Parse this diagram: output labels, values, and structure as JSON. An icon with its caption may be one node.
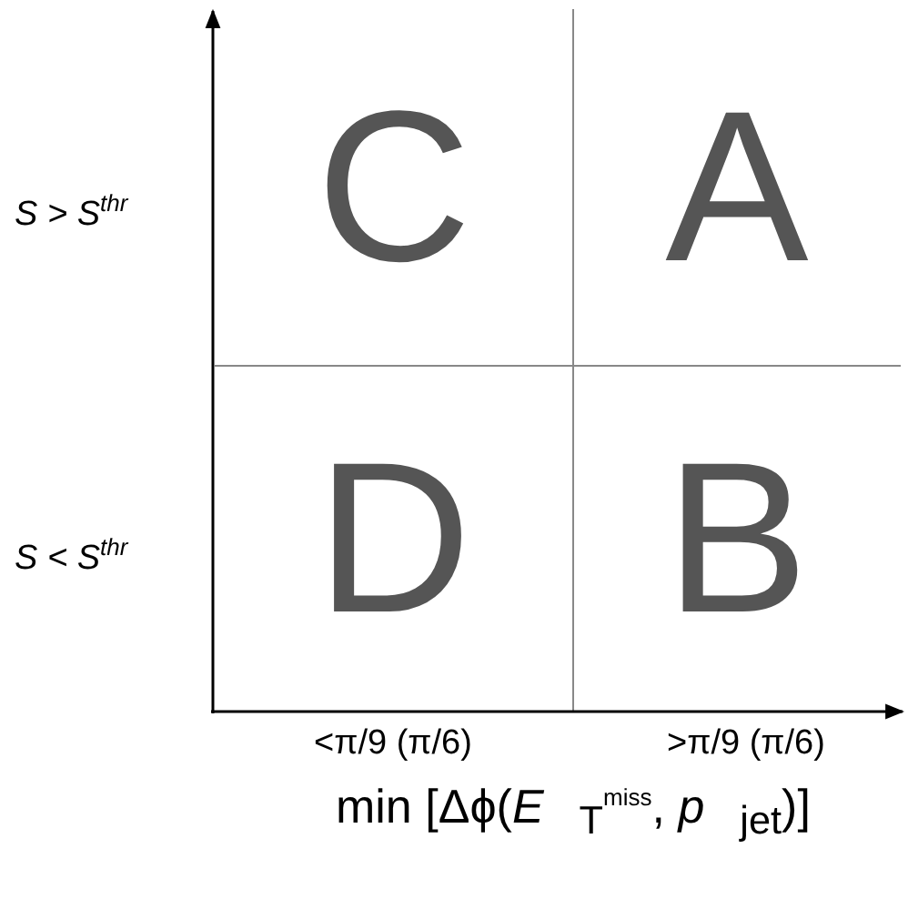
{
  "diagram": {
    "nodes": [
      {
        "text": [
          "C"
        ]
      },
      {
        "text": [
          "A"
        ]
      },
      {
        "text": [
          "D"
        ]
      },
      {
        "text": [
          "B"
        ]
      }
    ],
    "edges": [],
    "labels": [
      "S > S$^{thr}$",
      "S < S$^{thr}$",
      "<π/9 (π/6)",
      ">π/9 (π/6)",
      "min [Δϕ(*E⃗*$_{T}$$^{miss}$, *p⃗*$_{jet}$)]"
    ]
  }
}
